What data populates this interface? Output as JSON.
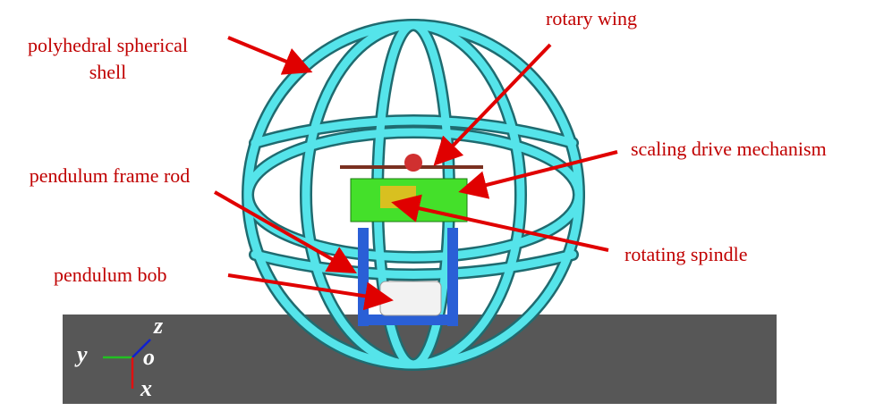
{
  "labels": {
    "shell": "polyhedral spherical shell",
    "wing": "rotary wing",
    "drive": "scaling drive mechanism",
    "rod": "pendulum frame rod",
    "spindle": "rotating spindle",
    "bob": "pendulum bob"
  },
  "axes": {
    "x": "x",
    "y": "y",
    "z": "z",
    "o": "o"
  },
  "colors": {
    "label": "#c00000",
    "shell": "#4fe0e6",
    "ground": "#575757"
  }
}
